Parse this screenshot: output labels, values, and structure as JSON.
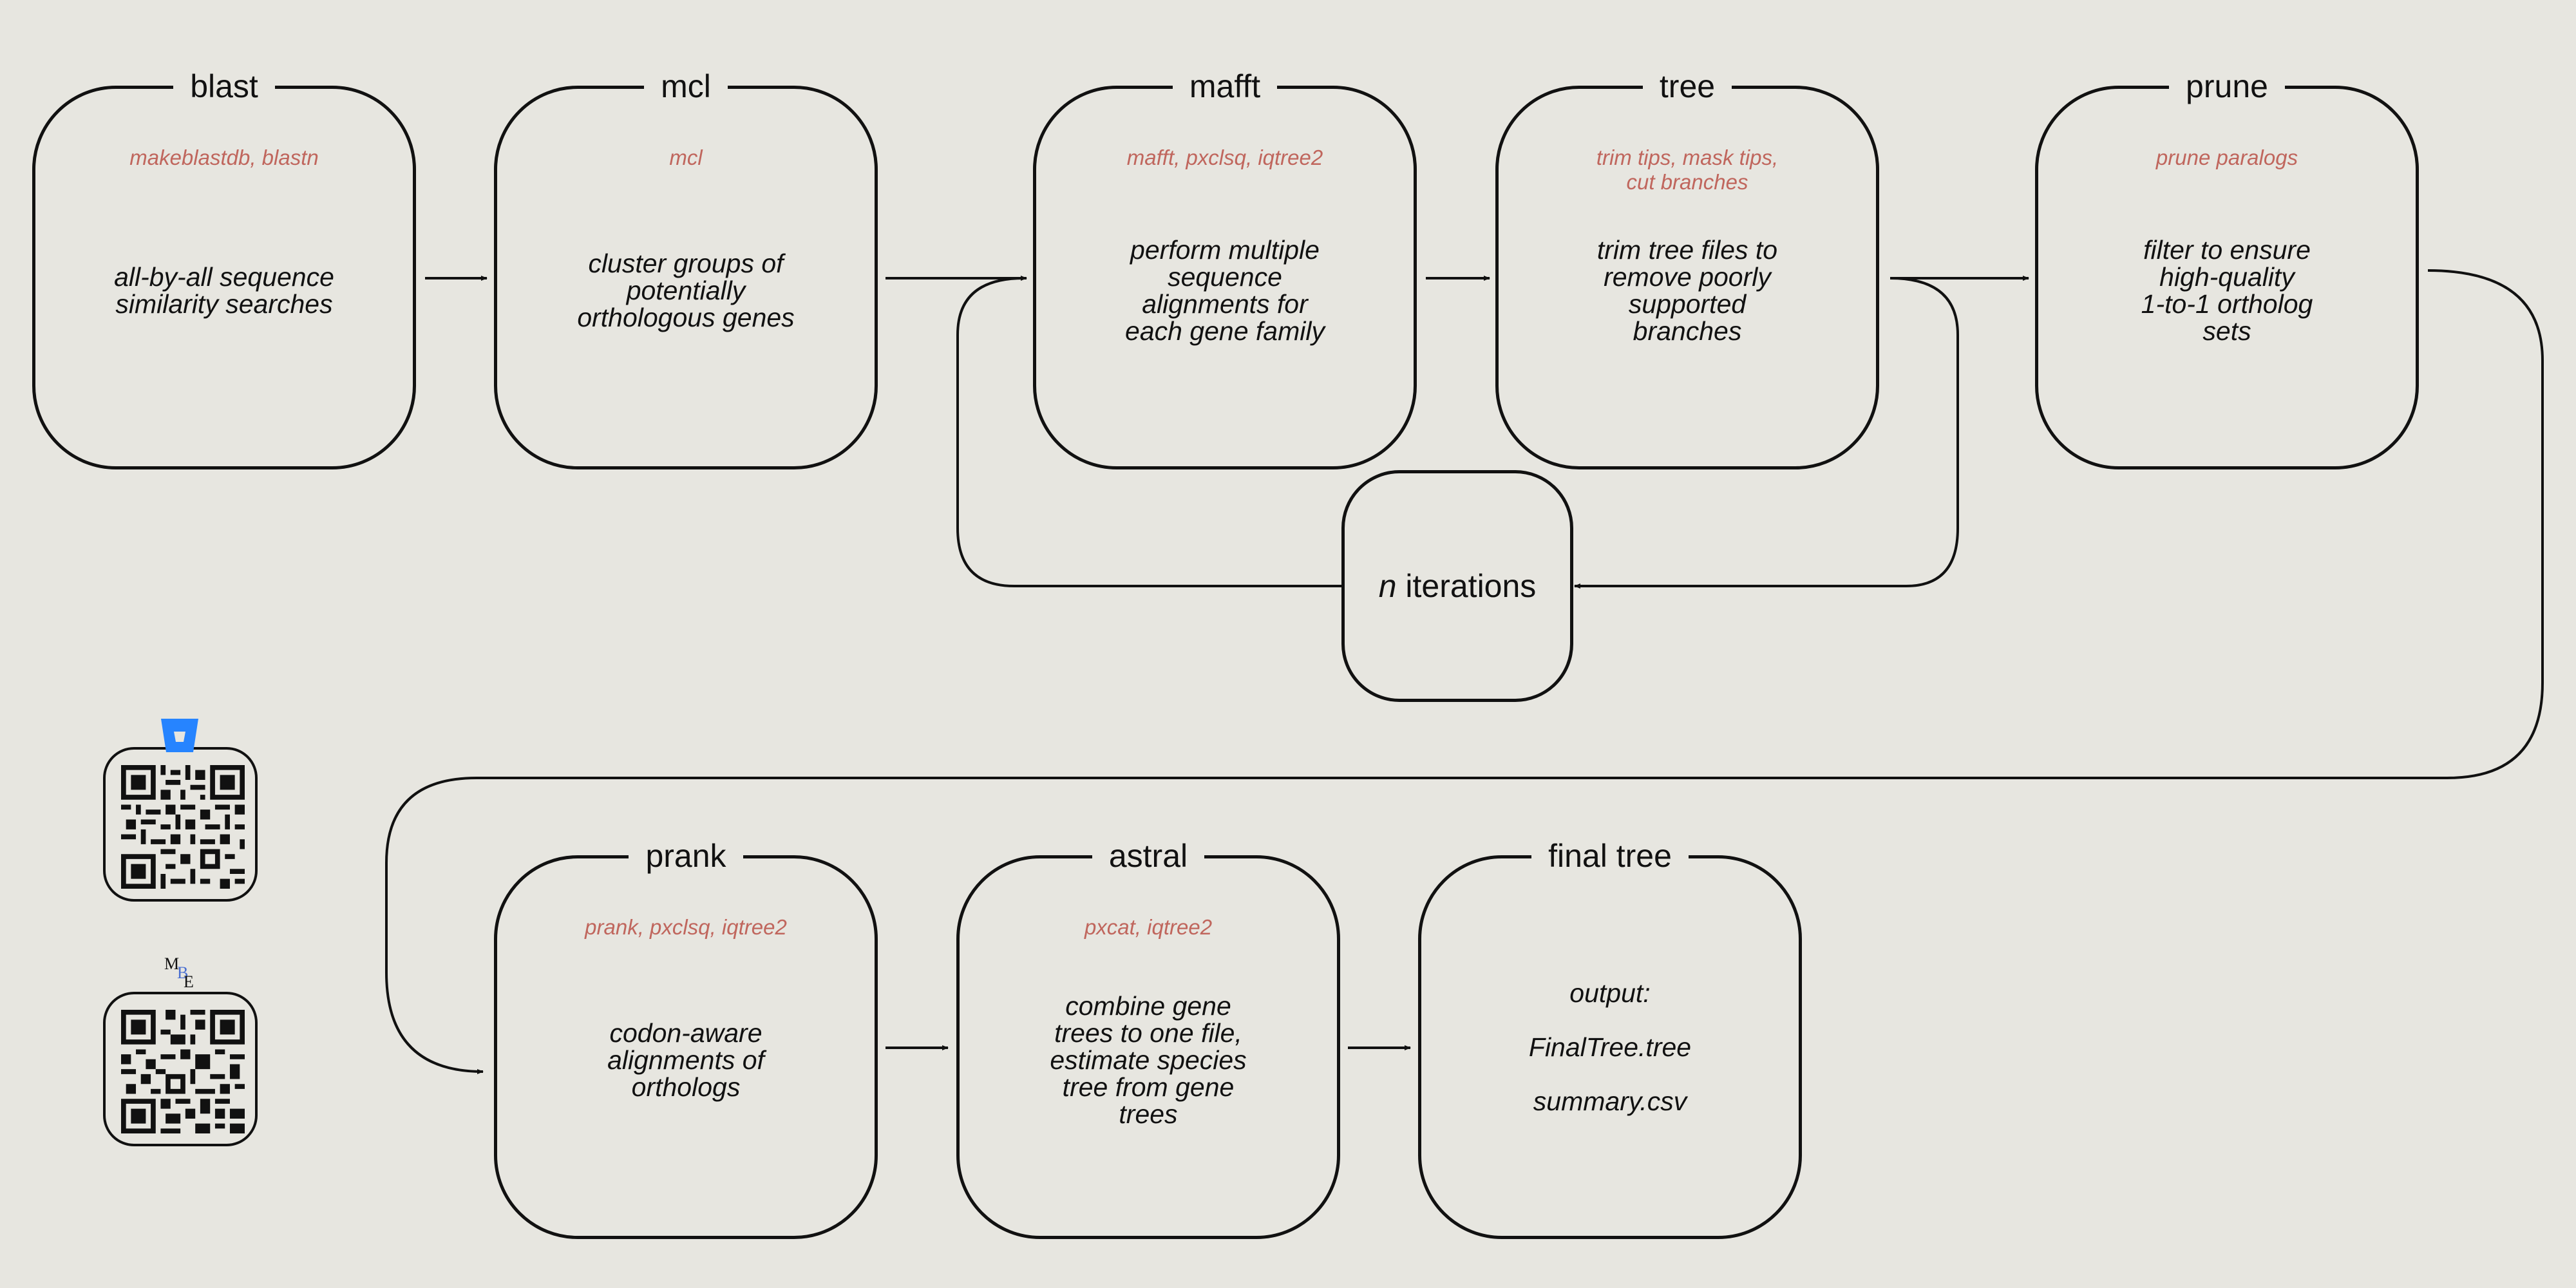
{
  "nodes": {
    "blast": {
      "title": "blast",
      "tools": "makeblastdb, blastn",
      "desc": "all-by-all sequence\nsimilarity searches"
    },
    "mcl": {
      "title": "mcl",
      "tools": "mcl",
      "desc": "cluster groups of\npotentially\northologous genes"
    },
    "mafft": {
      "title": "mafft",
      "tools": "mafft, pxclsq, iqtree2",
      "desc": "perform multiple\nsequence\nalignments for\neach gene family"
    },
    "tree": {
      "title": "tree",
      "tools": "trim tips, mask tips,\ncut branches",
      "desc": "trim tree files to\nremove poorly\nsupported\nbranches"
    },
    "prune": {
      "title": "prune",
      "tools": "prune paralogs",
      "desc": "filter to ensure\nhigh-quality\n1-to-1 ortholog\nsets"
    },
    "prank": {
      "title": "prank",
      "tools": "prank, pxclsq, iqtree2",
      "desc": "codon-aware\nalignments of\northologs"
    },
    "astral": {
      "title": "astral",
      "tools": "pxcat, iqtree2",
      "desc": "combine gene\ntrees to one file,\nestimate  species\ntree from gene\ntrees"
    },
    "final": {
      "title": "final tree",
      "tools": "",
      "desc": "output:\n\nFinalTree.tree\n\nsummary.csv"
    }
  },
  "iterations": {
    "n": "n",
    "label": " iterations"
  },
  "qr_logo_text": "MBE",
  "colors": {
    "background": "#e7e6e0",
    "tool_text": "#c0665d",
    "stroke": "#111111",
    "bitbucket_blue": "#2684ff"
  }
}
